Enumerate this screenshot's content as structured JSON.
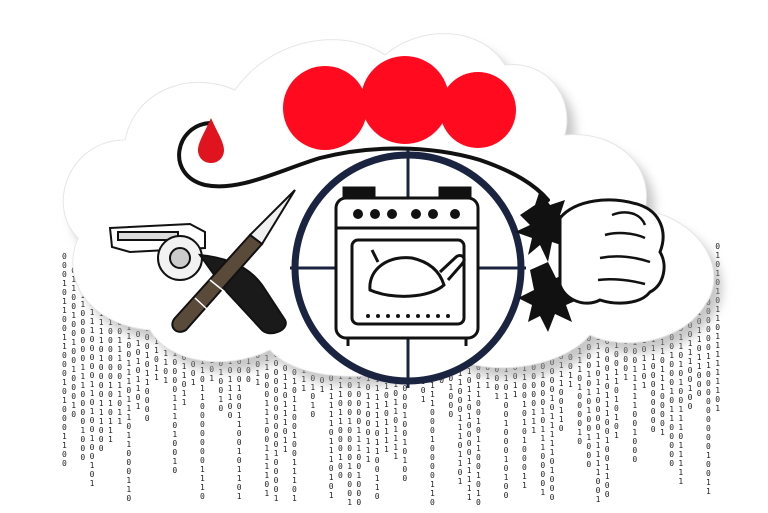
{
  "illustration": {
    "elements": [
      "cloud-shape",
      "red-circles",
      "blood-drop",
      "fuse-line",
      "revolver",
      "knife",
      "oven-in-crosshair",
      "roast-chicken",
      "fist"
    ],
    "colors": {
      "red": "#ff0a1e",
      "ink": "#111111",
      "navy": "#1a2340",
      "cloud_shadow": "#9a9a9a",
      "paper": "#ffffff"
    }
  },
  "binary_rain": {
    "glyphs": [
      "0",
      "1"
    ]
  }
}
